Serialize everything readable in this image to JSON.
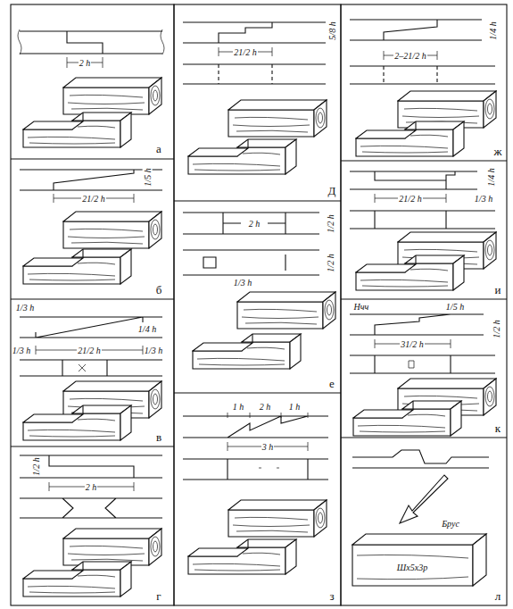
{
  "diagram": {
    "labels": [
      "2 h",
      "а",
      "21/2 h",
      "1/5 h",
      "б",
      "1/3 h",
      "1/4 h",
      "1/3 h",
      "21/2 h",
      "1/3 h",
      "в",
      "1/2 h",
      "2 h",
      "г",
      "5/8 h",
      "21/2 h",
      "Д",
      "2 h",
      "1/2 h",
      "1/3 h",
      "1/2 h",
      "е",
      "1 h",
      "2 h",
      "1 h",
      "3 h",
      "з",
      "2–21/2 h",
      "1/4 h",
      "ж",
      "1/4 h",
      "1/3 h",
      "21/2 h",
      "и",
      "Нчч",
      "1/5 h",
      "31/2 h",
      "1/2 h",
      "к",
      "Брус",
      "Шх5х3р",
      "л"
    ]
  }
}
